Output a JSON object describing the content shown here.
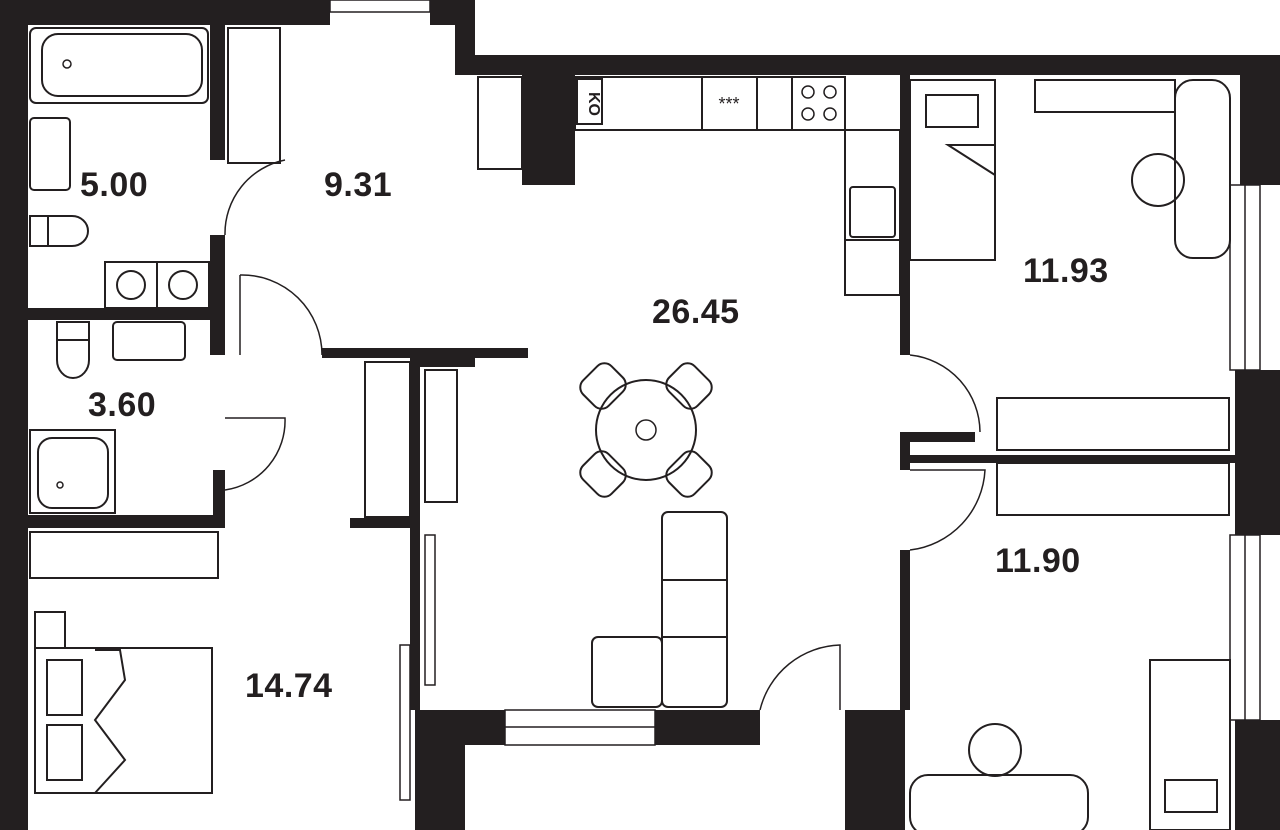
{
  "floor_plan": {
    "rooms": [
      {
        "id": "bathroom-1",
        "area": "5.00"
      },
      {
        "id": "hallway",
        "area": "9.31"
      },
      {
        "id": "living-kitchen",
        "area": "26.45"
      },
      {
        "id": "bedroom-top-right",
        "area": "11.93"
      },
      {
        "id": "bathroom-2",
        "area": "3.60"
      },
      {
        "id": "bedroom-bottom-right",
        "area": "11.90"
      },
      {
        "id": "bedroom-master",
        "area": "14.74"
      }
    ],
    "appliance_labels": {
      "fridge": "KO",
      "dishwasher": "***"
    },
    "colors": {
      "wall": "#231f20",
      "background": "#ffffff"
    }
  }
}
